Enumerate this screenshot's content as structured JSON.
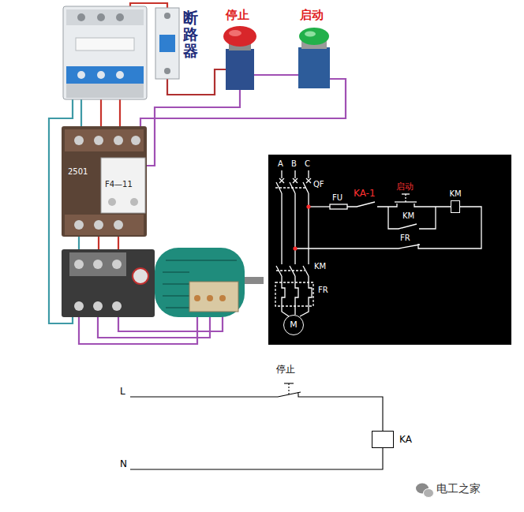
{
  "diagram": {
    "nodes": [
      {
        "text": [
          "KM"
        ]
      },
      {
        "text": [
          "M"
        ]
      },
      {
        "text": [
          "KA"
        ]
      }
    ],
    "labels": [
      "断路器",
      "停止",
      "启动",
      "2501",
      "F4—11",
      "A",
      "B",
      "C",
      "QF",
      "FU",
      "KA-1",
      "启动",
      "KM",
      "FR",
      "KM",
      "FR",
      "停止",
      "L",
      "N",
      "电工之家"
    ]
  }
}
